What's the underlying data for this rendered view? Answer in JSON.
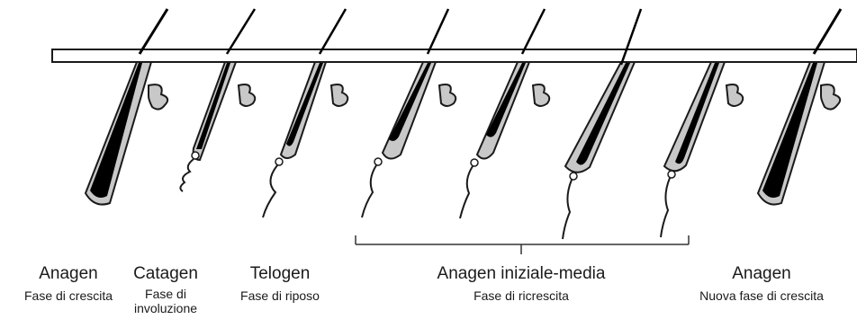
{
  "diagram": {
    "stroke_color": "#1a1a1a",
    "tissue_fill": "#c8c8c8",
    "hair_color": "#000000",
    "bracket_color": "#333333"
  },
  "phases": [
    {
      "key": "anagen",
      "title": "Anagen",
      "subtitle": "Fase di crescita"
    },
    {
      "key": "catagen",
      "title": "Catagen",
      "subtitle": "Fase di involuzione"
    },
    {
      "key": "telogen",
      "title": "Telogen",
      "subtitle": "Fase di riposo"
    },
    {
      "key": "early-mid-anagen",
      "title": "Anagen iniziale-media",
      "subtitle": "Fase di ricrescita"
    },
    {
      "key": "new-anagen",
      "title": "Anagen",
      "subtitle": "Nuova fase di crescita"
    }
  ]
}
